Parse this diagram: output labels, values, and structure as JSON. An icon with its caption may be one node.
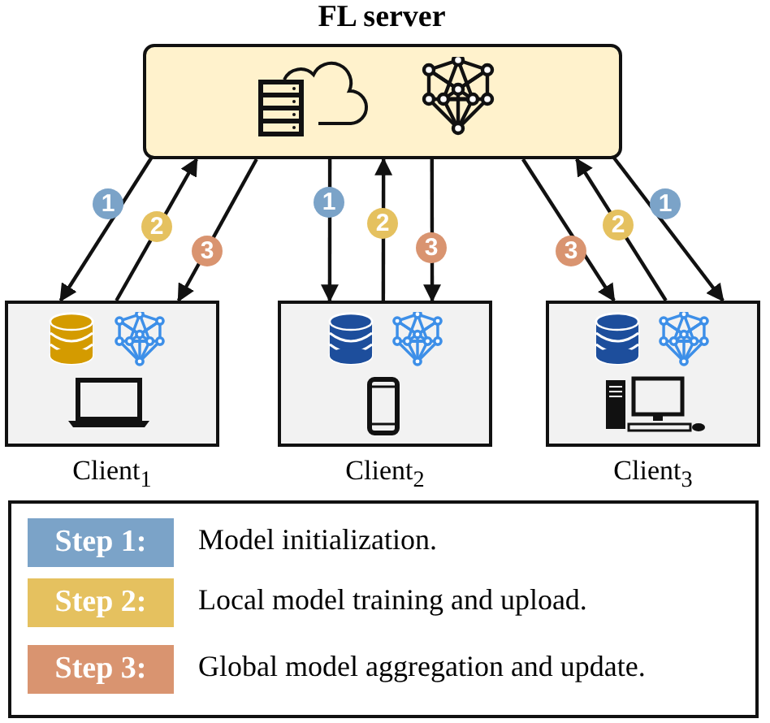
{
  "diagram": {
    "nodes": [
      {
        "text": [
          "FL server"
        ]
      },
      {
        "text": [
          "Client$_{1}$"
        ]
      },
      {
        "text": [
          "Client$_{2}$"
        ]
      },
      {
        "text": [
          "Client$_{3}$"
        ]
      }
    ],
    "edges": [
      {
        "from": 0,
        "to": 1,
        "arrow": "to",
        "label": "1"
      },
      {
        "from": 1,
        "to": 0,
        "arrow": "to",
        "label": "2"
      },
      {
        "from": 0,
        "to": 1,
        "arrow": "to",
        "label": "3"
      },
      {
        "from": 0,
        "to": 2,
        "arrow": "to",
        "label": "1"
      },
      {
        "from": 2,
        "to": 0,
        "arrow": "to",
        "label": "2"
      },
      {
        "from": 0,
        "to": 2,
        "arrow": "to",
        "label": "3"
      },
      {
        "from": 0,
        "to": 3,
        "arrow": "to",
        "label": "3"
      },
      {
        "from": 3,
        "to": 0,
        "arrow": "to",
        "label": "2"
      },
      {
        "from": 0,
        "to": 3,
        "arrow": "to",
        "label": "1"
      }
    ],
    "labels": [
      "Step 1:",
      "Step 2:",
      "Step 3:"
    ],
    "legend": [
      {
        "text": "Model initialization.",
        "color": "#7ba3c8"
      },
      {
        "text": "Local model training and upload.",
        "color": "#e5c15f"
      },
      {
        "text": "Global model aggregation and update.",
        "color": "#d99470"
      }
    ]
  }
}
